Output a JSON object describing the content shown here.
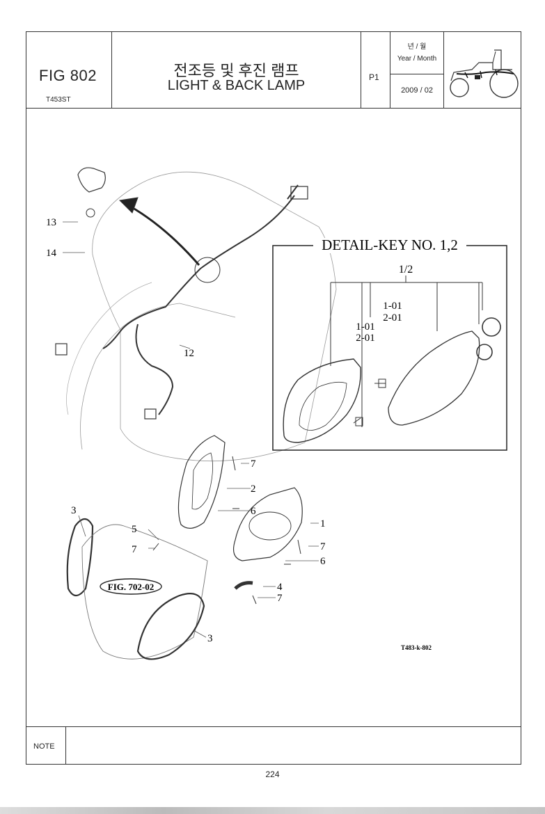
{
  "header": {
    "fig_label": "FIG 802",
    "model": "T453ST",
    "title_ko": "전조등 및 후진 램프",
    "title_en": "LIGHT & BACK LAMP",
    "page": "P1",
    "year_month_ko": "년 / 월",
    "year_month_en": "Year / Month",
    "date": "2009 / 02"
  },
  "diagram": {
    "detail_title": "DETAIL-KEY NO. 1,2",
    "detail_key": "1/2",
    "detail_sub_a1": "1-01",
    "detail_sub_a2": "2-01",
    "detail_sub_b1": "1-01",
    "detail_sub_b2": "2-01",
    "fig_ref": "FIG. 702-02",
    "drawing_code": "T483-k-802",
    "callouts": {
      "c13": "13",
      "c14": "14",
      "c12": "12",
      "c7a": "7",
      "c2": "2",
      "c6a": "6",
      "c3a": "3",
      "c5": "5",
      "c7b": "7",
      "c1": "1",
      "c7c": "7",
      "c6b": "6",
      "c4": "4",
      "c7d": "7",
      "c3b": "3"
    }
  },
  "footer": {
    "note_label": "NOTE",
    "page_number": "224"
  }
}
